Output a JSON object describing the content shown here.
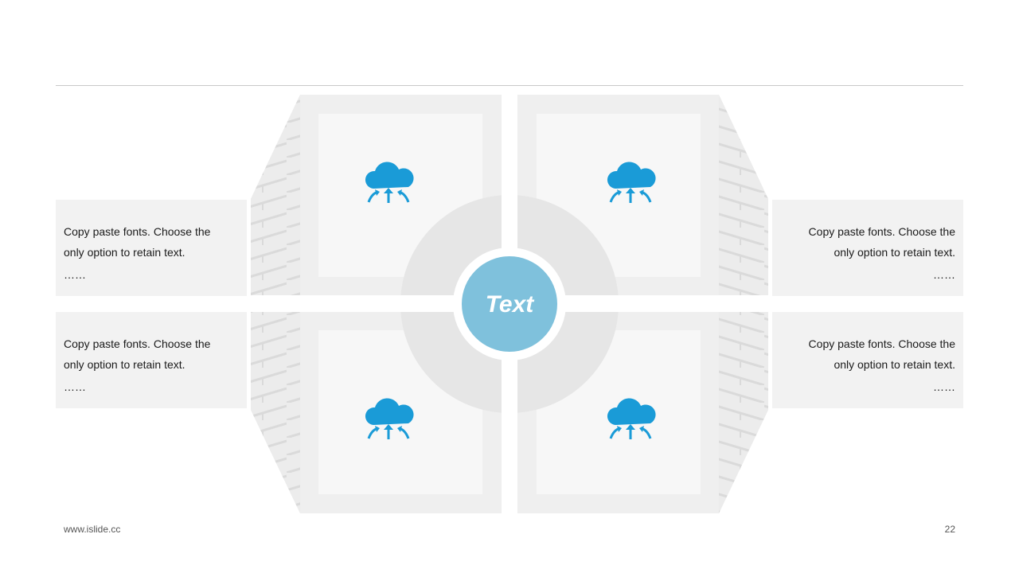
{
  "center": {
    "label": "Text",
    "color": "#7fc1dc"
  },
  "accent_color": "#1a9bd7",
  "quadrant_icons": [
    "cloud-upload-icon",
    "cloud-upload-icon",
    "cloud-upload-icon",
    "cloud-upload-icon"
  ],
  "text_boxes": [
    {
      "line1": "Copy paste fonts. Choose the",
      "line2": "only option to retain text.",
      "dots": "……"
    },
    {
      "line1": "Copy paste fonts. Choose the",
      "line2": "only option to retain text.",
      "dots": "……"
    },
    {
      "line1": "Copy paste fonts. Choose the",
      "line2": "only option to retain text.",
      "dots": "……"
    },
    {
      "line1": "Copy paste fonts. Choose the",
      "line2": "only option to retain text.",
      "dots": "……"
    }
  ],
  "footer": {
    "url": "www.islide.cc",
    "page_number": "22"
  }
}
